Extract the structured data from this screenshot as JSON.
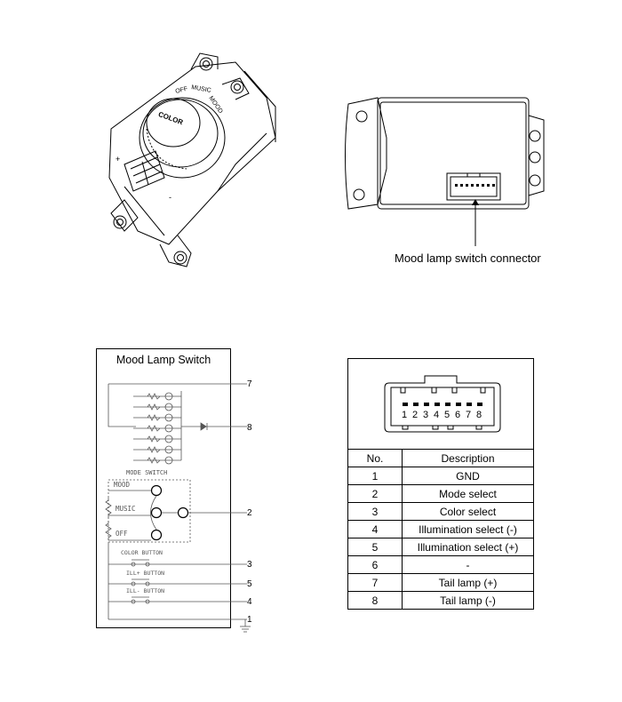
{
  "top_right": {
    "connector_label": "Mood lamp switch connector"
  },
  "switch_body": {
    "knob_label": "COLOR",
    "ring_labels": [
      "OFF",
      "MUSIC",
      "MOOD"
    ]
  },
  "schematic": {
    "title": "Mood Lamp Switch",
    "mode_switch_label": "MODE SWITCH",
    "positions": [
      "MOOD",
      "MUSIC",
      "OFF"
    ],
    "buttons": [
      "COLOR BUTTON",
      "ILL+ BUTTON",
      "ILL- BUTTON"
    ],
    "terminals": [
      "7",
      "8",
      "2",
      "3",
      "5",
      "4",
      "1"
    ]
  },
  "connector": {
    "pins": [
      "1",
      "2",
      "3",
      "4",
      "5",
      "6",
      "7",
      "8"
    ]
  },
  "pin_table": {
    "headers": [
      "No.",
      "Description"
    ],
    "rows": [
      {
        "no": "1",
        "desc": "GND"
      },
      {
        "no": "2",
        "desc": "Mode select"
      },
      {
        "no": "3",
        "desc": "Color select"
      },
      {
        "no": "4",
        "desc": "Illumination select (-)"
      },
      {
        "no": "5",
        "desc": "Illumination select (+)"
      },
      {
        "no": "6",
        "desc": "-"
      },
      {
        "no": "7",
        "desc": "Tail lamp (+)"
      },
      {
        "no": "8",
        "desc": "Tail lamp (-)"
      }
    ]
  }
}
